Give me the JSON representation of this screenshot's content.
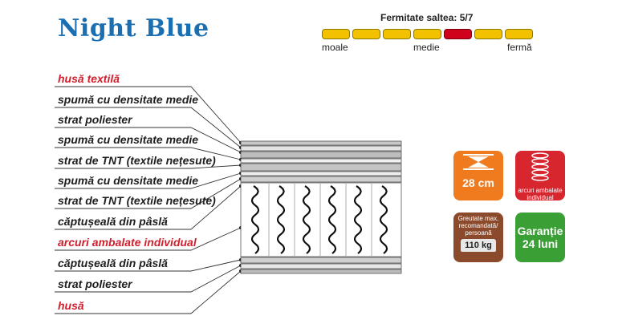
{
  "title": "Night Blue",
  "firmness": {
    "label": "Fermitate saltea: 5/7",
    "value": 5,
    "max": 7,
    "scale_left": "moale",
    "scale_mid": "medie",
    "scale_right": "fermă",
    "active_color": "#d0021b",
    "inactive_color": "#f2c200"
  },
  "layers": [
    {
      "label": "husă textilă",
      "highlight": true
    },
    {
      "label": "spumă cu densitate medie",
      "highlight": false
    },
    {
      "label": "strat poliester",
      "highlight": false
    },
    {
      "label": "spumă cu densitate medie",
      "highlight": false
    },
    {
      "label": "strat de TNT (textile nețesute)",
      "highlight": false
    },
    {
      "label": "spumă cu densitate medie",
      "highlight": false
    },
    {
      "label": "strat de TNT (textile nețesute)",
      "highlight": false
    },
    {
      "label": "căptușeală din pâslă",
      "highlight": false
    },
    {
      "label": "arcuri ambalate individual",
      "highlight": true
    },
    {
      "label": "căptușeală din pâslă",
      "highlight": false
    },
    {
      "label": "strat poliester",
      "highlight": false
    },
    {
      "label": "husă",
      "highlight": true
    }
  ],
  "badges": {
    "height": {
      "value": "28 cm",
      "icon": "height-arrows-icon",
      "color": "#f07a1e"
    },
    "springs": {
      "text": "arcuri ambalate individual",
      "icon": "spring-icon",
      "color": "#d8262f"
    },
    "weight": {
      "text": "Greutate max. recomandată/ persoană",
      "value": "110 kg",
      "icon": "weight-icon",
      "color": "#8b4a2b"
    },
    "warranty": {
      "line1": "Garanție",
      "line2": "24 luni",
      "color": "#3aa035"
    }
  },
  "colors": {
    "accent_title": "#1a6fb3",
    "highlight_text": "#d0202e"
  }
}
